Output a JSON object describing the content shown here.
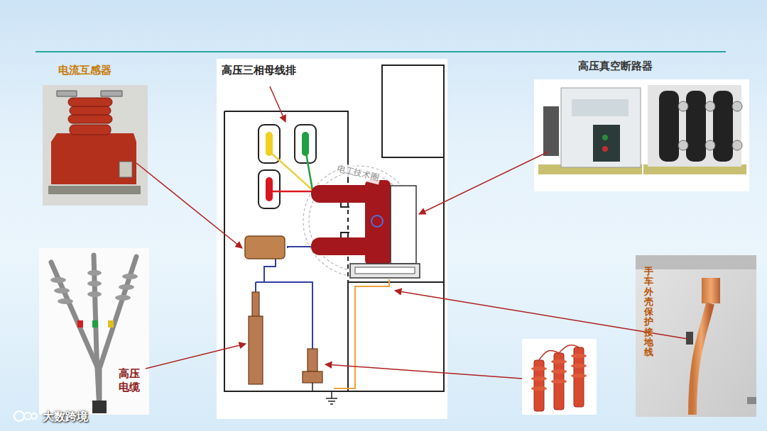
{
  "diagram": {
    "nodes": [
      {
        "text": [
          "电流互感器"
        ]
      },
      {
        "text": [
          "高压真空断路器"
        ]
      },
      {
        "text": [
          "高压电缆"
        ]
      },
      {
        "text": [
          "手车外壳保护接地线"
        ]
      }
    ],
    "labels": [
      "高压三相母线排",
      "电工技术圈",
      "大数跨境"
    ]
  }
}
